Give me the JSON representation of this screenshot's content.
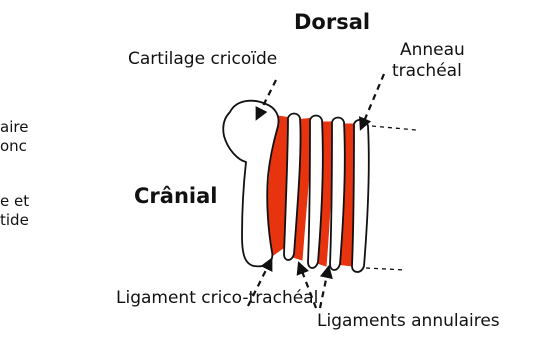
{
  "left_fragment": {
    "line1": "aire",
    "line2": "onc",
    "line3": "e et",
    "line4": "tide"
  },
  "orientation": {
    "dorsal": "Dorsal",
    "cranial": "Crânial"
  },
  "labels": {
    "cricoid_cartilage": "Cartilage cricoïde",
    "tracheal_ring_line1": "Anneau",
    "tracheal_ring_line2": "trachéal",
    "crico_tracheal_ligament": "Ligament crico-trachéal",
    "annular_ligaments": "Ligaments annulaires"
  },
  "colors": {
    "ligament_fill": "#e8330f",
    "outline": "#111111",
    "cartilage_fill": "#ffffff"
  }
}
